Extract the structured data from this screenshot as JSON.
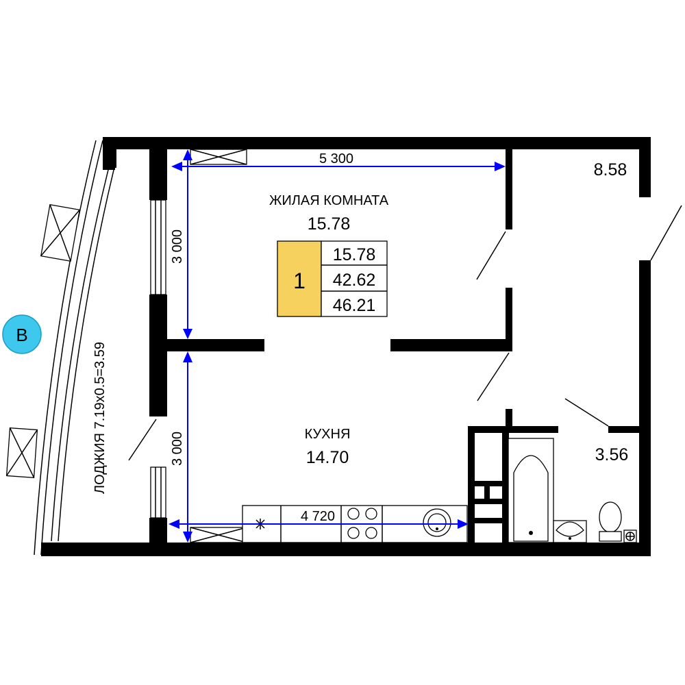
{
  "rooms": {
    "living": {
      "label": "ЖИЛАЯ КОМНАТА",
      "area": "15.78"
    },
    "kitchen": {
      "label": "КУХНЯ",
      "area": "14.70"
    },
    "hall": {
      "area": "8.58"
    },
    "bath": {
      "area": "3.56"
    },
    "loggia": {
      "label": "ЛОДЖИЯ 7.19x0.5=3.59"
    }
  },
  "summary": {
    "rooms_count": "1",
    "living_area": "15.78",
    "total_area": "42.62",
    "total_with_loggia": "46.21",
    "badge_color": "#f7d15e"
  },
  "dimensions": {
    "living_width": "5 300",
    "living_depth": "3 000",
    "kitchen_depth": "3 000",
    "kitchen_width": "4 720"
  },
  "facade_marker": {
    "label": "В",
    "color": "#3ec8ee"
  },
  "colors": {
    "wall": "#000000",
    "dimension": "#0000ff"
  }
}
